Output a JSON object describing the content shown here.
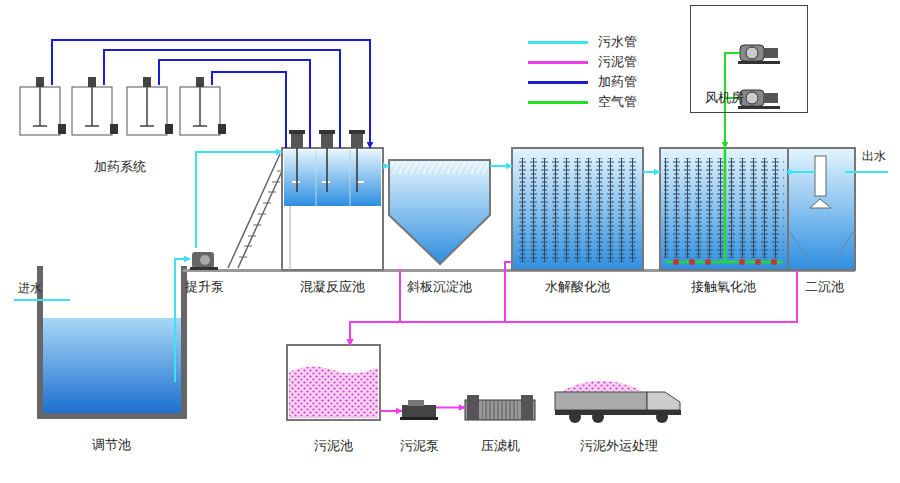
{
  "diagram": {
    "nodes": [
      {
        "text": [
          "加药系统"
        ]
      },
      {
        "text": [
          "风机房"
        ]
      },
      {
        "text": [
          "提升泵"
        ]
      },
      {
        "text": [
          "混凝反应池"
        ]
      },
      {
        "text": [
          "斜板沉淀池"
        ]
      },
      {
        "text": [
          "水解酸化池"
        ]
      },
      {
        "text": [
          "接触氧化池"
        ]
      },
      {
        "text": [
          "二沉池"
        ]
      },
      {
        "text": [
          "调节池"
        ]
      },
      {
        "text": [
          "污泥池"
        ]
      },
      {
        "text": [
          "污泥泵"
        ]
      },
      {
        "text": [
          "压滤机"
        ]
      },
      {
        "text": [
          "污泥外运处理"
        ]
      }
    ],
    "edges": [
      {
        "from": 8,
        "to": 2,
        "arrow": "to"
      },
      {
        "from": 2,
        "to": 3,
        "arrow": "to"
      },
      {
        "from": 3,
        "to": 4,
        "arrow": "to"
      },
      {
        "from": 4,
        "to": 5,
        "arrow": "to"
      },
      {
        "from": 5,
        "to": 6,
        "arrow": "to"
      },
      {
        "from": 6,
        "to": 7,
        "arrow": "to"
      },
      {
        "from": 4,
        "to": 9,
        "arrow": "to"
      },
      {
        "from": 5,
        "to": 9,
        "arrow": "to"
      },
      {
        "from": 7,
        "to": 9,
        "arrow": "to"
      },
      {
        "from": 9,
        "to": 10,
        "arrow": "to"
      },
      {
        "from": 10,
        "to": 11,
        "arrow": "to"
      },
      {
        "from": 0,
        "to": 3,
        "arrow": "to"
      },
      {
        "from": 1,
        "to": 6,
        "arrow": "to"
      }
    ],
    "labels": [
      "进水",
      "出水"
    ],
    "legend": [
      {
        "text": "污水管",
        "color": "#3ce3f0"
      },
      {
        "text": "污泥管",
        "color": "#f03cf0"
      },
      {
        "text": "加药管",
        "color": "#1c1cd0"
      },
      {
        "text": "空气管",
        "color": "#22dd22"
      }
    ]
  }
}
